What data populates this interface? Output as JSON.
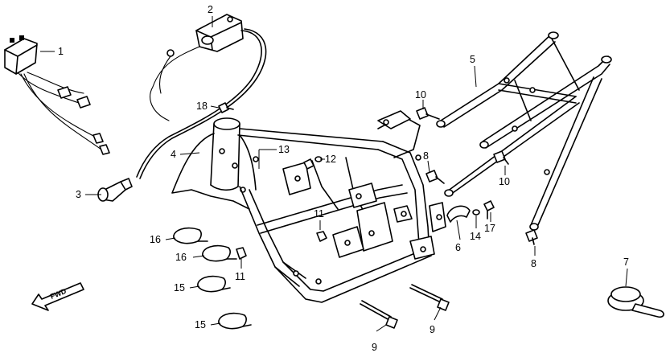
{
  "diagram": {
    "callouts": [
      {
        "id": "1",
        "text": "1"
      },
      {
        "id": "2",
        "text": "2"
      },
      {
        "id": "3",
        "text": "3"
      },
      {
        "id": "4",
        "text": "4"
      },
      {
        "id": "5",
        "text": "5"
      },
      {
        "id": "6",
        "text": "6"
      },
      {
        "id": "7",
        "text": "7"
      },
      {
        "id": "8a",
        "text": "8"
      },
      {
        "id": "8b",
        "text": "8"
      },
      {
        "id": "9a",
        "text": "9"
      },
      {
        "id": "9b",
        "text": "9"
      },
      {
        "id": "10a",
        "text": "10"
      },
      {
        "id": "10b",
        "text": "10"
      },
      {
        "id": "11a",
        "text": "11"
      },
      {
        "id": "11b",
        "text": "11"
      },
      {
        "id": "12",
        "text": "12"
      },
      {
        "id": "13",
        "text": "13"
      },
      {
        "id": "14",
        "text": "14"
      },
      {
        "id": "15a",
        "text": "15"
      },
      {
        "id": "15b",
        "text": "15"
      },
      {
        "id": "16a",
        "text": "16"
      },
      {
        "id": "16b",
        "text": "16"
      },
      {
        "id": "17",
        "text": "17"
      },
      {
        "id": "18",
        "text": "18"
      }
    ],
    "direction": {
      "text": "FWD"
    }
  }
}
